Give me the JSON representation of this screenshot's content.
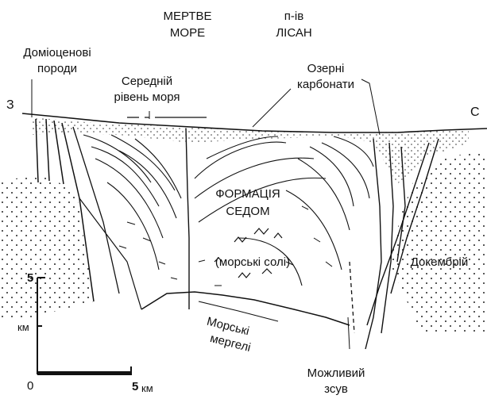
{
  "labels": {
    "sea_line1": "МЕРТВЕ",
    "sea_line2": "МОРЕ",
    "peninsula_line1": "п-ів",
    "peninsula_line2": "ЛІСАН",
    "domiocene_line1": "Доміоценові",
    "domiocene_line2": "породи",
    "sealevel_line1": "Середній",
    "sealevel_line2": "рівень моря",
    "lake_line1": "Озерні",
    "lake_line2": "карбонати",
    "west": "З",
    "east": "С",
    "sedom_line1": "ФОРМАЦІЯ",
    "sedom_line2": "СЕДОМ",
    "salts": "(морські солі)",
    "precambrian": "Докембрій",
    "marl_line1": "Морські",
    "marl_line2": "мергелі",
    "fault_line1": "Можливий",
    "fault_line2": "зсув"
  },
  "scale": {
    "vertical_top": "5",
    "vertical_unit": "км",
    "origin": "0",
    "horizontal_end": "5",
    "horizontal_unit": "км"
  },
  "colors": {
    "ink": "#111111",
    "background": "#ffffff"
  }
}
